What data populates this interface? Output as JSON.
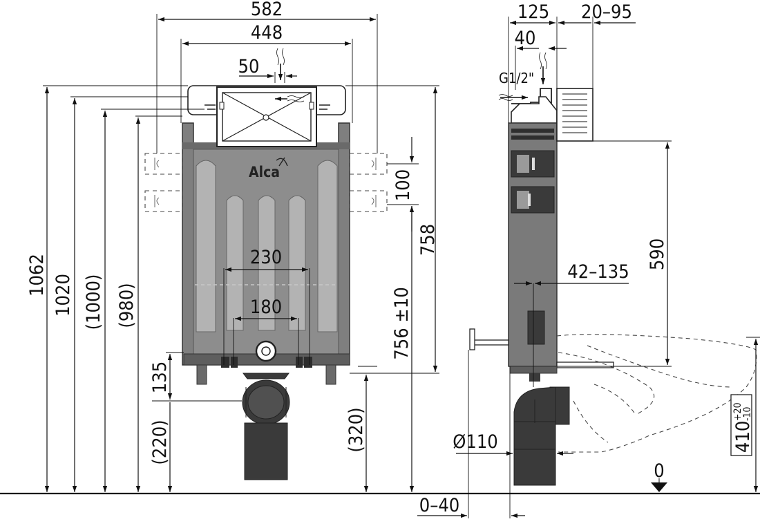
{
  "brand": {
    "logo_text": "Alca"
  },
  "front_view": {
    "dimensions": {
      "width_outer": "582",
      "width_frame": "448",
      "inlet_offset": "50",
      "height_total": "1062",
      "height_frame": "1020",
      "height_1000": "(1000)",
      "height_980": "(980)",
      "pitch_100": "100",
      "height_758": "758",
      "height_756": "756 ±10",
      "bolt_230": "230",
      "bolt_180": "180",
      "drain_135": "135",
      "drain_220": "(220)",
      "drain_320": "(320)"
    }
  },
  "side_view": {
    "dimensions": {
      "depth_125": "125",
      "adjust_20_95": "20–95",
      "offset_40": "40",
      "thread": "G1/2\"",
      "height_590": "590",
      "rod_42_135": "42–135",
      "pipe_diameter": "Ø110",
      "floor_offset": "0–40",
      "zero_level": "0",
      "bowl_height_base": "410",
      "bowl_tol_plus": "+20",
      "bowl_tol_minus": "-10"
    }
  },
  "colors": {
    "frame": "#7f7f7f",
    "panel": "#8d8d8d",
    "dark_parts": "#3a3a3a",
    "lines": "#111111"
  }
}
